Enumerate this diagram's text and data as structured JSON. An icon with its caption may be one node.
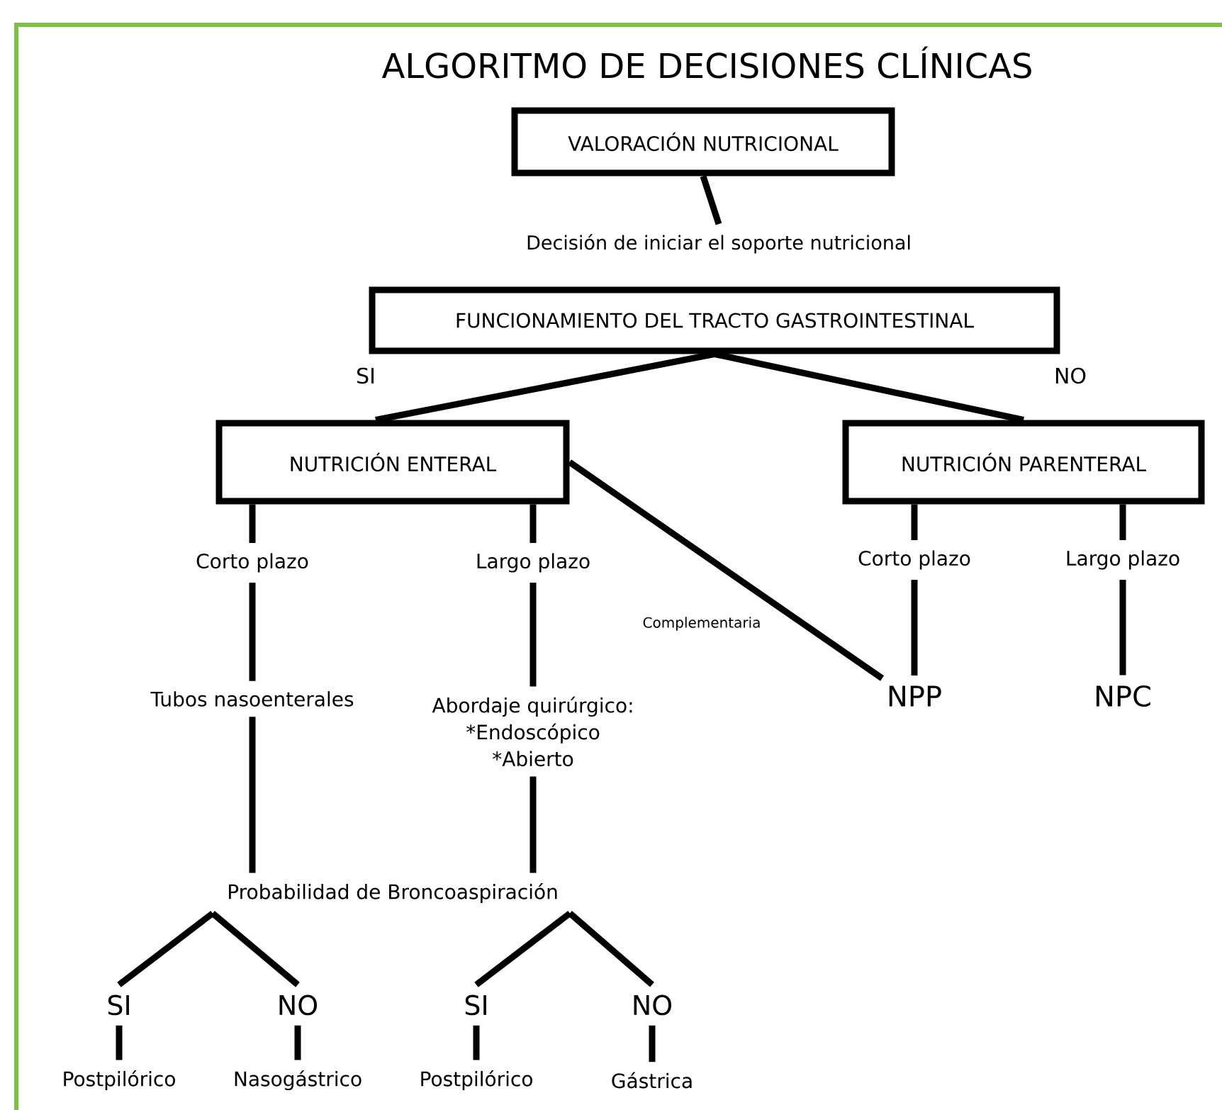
{
  "diagram": {
    "title": "ALGORITMO DE DECISIONES CLÍNICAS",
    "nodes": [
      {
        "text": [
          "VALORACIÓN NUTRICIONAL"
        ]
      },
      {
        "text": [
          "Decisión de iniciar el soporte nutricional"
        ]
      },
      {
        "text": [
          "FUNCIONAMIENTO DEL TRACTO GASTROINTESTINAL"
        ]
      },
      {
        "text": [
          "NUTRICIÓN ENTERAL"
        ]
      },
      {
        "text": [
          "NUTRICIÓN PARENTERAL"
        ]
      },
      {
        "text": [
          "Corto plazo"
        ]
      },
      {
        "text": [
          "Largo plazo"
        ]
      },
      {
        "text": [
          "Corto plazo"
        ]
      },
      {
        "text": [
          "Largo plazo"
        ]
      },
      {
        "text": [
          "Tubos nasoenterales"
        ]
      },
      {
        "text": [
          "Abordaje quirúrgico:",
          "*Endoscópico",
          "*Abierto"
        ]
      },
      {
        "text": [
          "NPP"
        ]
      },
      {
        "text": [
          "NPC"
        ]
      },
      {
        "text": [
          "Probabilidad de Broncoaspiración"
        ]
      },
      {
        "text": [
          "SI"
        ]
      },
      {
        "text": [
          "NO"
        ]
      },
      {
        "text": [
          "SI"
        ]
      },
      {
        "text": [
          "NO"
        ]
      },
      {
        "text": [
          "Postpilórico"
        ]
      },
      {
        "text": [
          "Nasogástrico"
        ]
      },
      {
        "text": [
          "Postpilórico"
        ]
      },
      {
        "text": [
          "Gástrica"
        ]
      }
    ],
    "edges": [
      {
        "from": 0,
        "to": 1,
        "arrow": "none"
      },
      {
        "from": 2,
        "to": 3,
        "arrow": "none",
        "label": "SI"
      },
      {
        "from": 2,
        "to": 4,
        "arrow": "none",
        "label": "NO"
      },
      {
        "from": 3,
        "to": 5,
        "arrow": "none"
      },
      {
        "from": 3,
        "to": 6,
        "arrow": "none"
      },
      {
        "from": 3,
        "to": 11,
        "arrow": "none",
        "label": "Complementaria"
      },
      {
        "from": 4,
        "to": 7,
        "arrow": "none"
      },
      {
        "from": 4,
        "to": 8,
        "arrow": "none"
      },
      {
        "from": 5,
        "to": 9,
        "arrow": "none"
      },
      {
        "from": 6,
        "to": 10,
        "arrow": "none"
      },
      {
        "from": 7,
        "to": 11,
        "arrow": "none"
      },
      {
        "from": 8,
        "to": 12,
        "arrow": "none"
      },
      {
        "from": 9,
        "to": 13,
        "arrow": "none"
      },
      {
        "from": 10,
        "to": 13,
        "arrow": "none"
      },
      {
        "from": 13,
        "to": 14,
        "arrow": "none"
      },
      {
        "from": 13,
        "to": 15,
        "arrow": "none"
      },
      {
        "from": 13,
        "to": 16,
        "arrow": "none"
      },
      {
        "from": 13,
        "to": 17,
        "arrow": "none"
      },
      {
        "from": 14,
        "to": 18,
        "arrow": "none"
      },
      {
        "from": 15,
        "to": 19,
        "arrow": "none"
      },
      {
        "from": 16,
        "to": 20,
        "arrow": "none"
      },
      {
        "from": 17,
        "to": 21,
        "arrow": "none"
      }
    ]
  }
}
